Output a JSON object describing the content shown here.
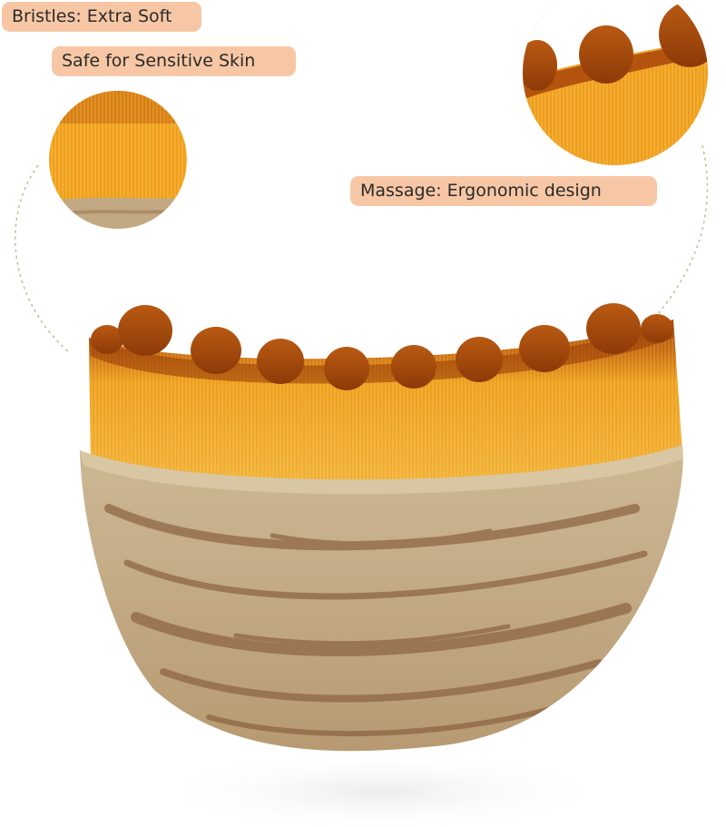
{
  "labels": {
    "bristles": "Bristles: Extra Soft",
    "safe": "Safe for Sensitive Skin",
    "massage": "Massage: Ergonomic design"
  },
  "colors": {
    "label_bg": "#f7c7a5",
    "bristle_gold": "#f0a21e",
    "bristle_tip": "#a4460c",
    "handle_beige": "#c7b08a",
    "handle_grain": "#8a623f",
    "guide_line": "#c9b98f"
  },
  "icons": {
    "zoom_bristles": "bristle-closeup",
    "zoom_tips": "massage-tip-closeup",
    "product": "face-brush-product"
  }
}
